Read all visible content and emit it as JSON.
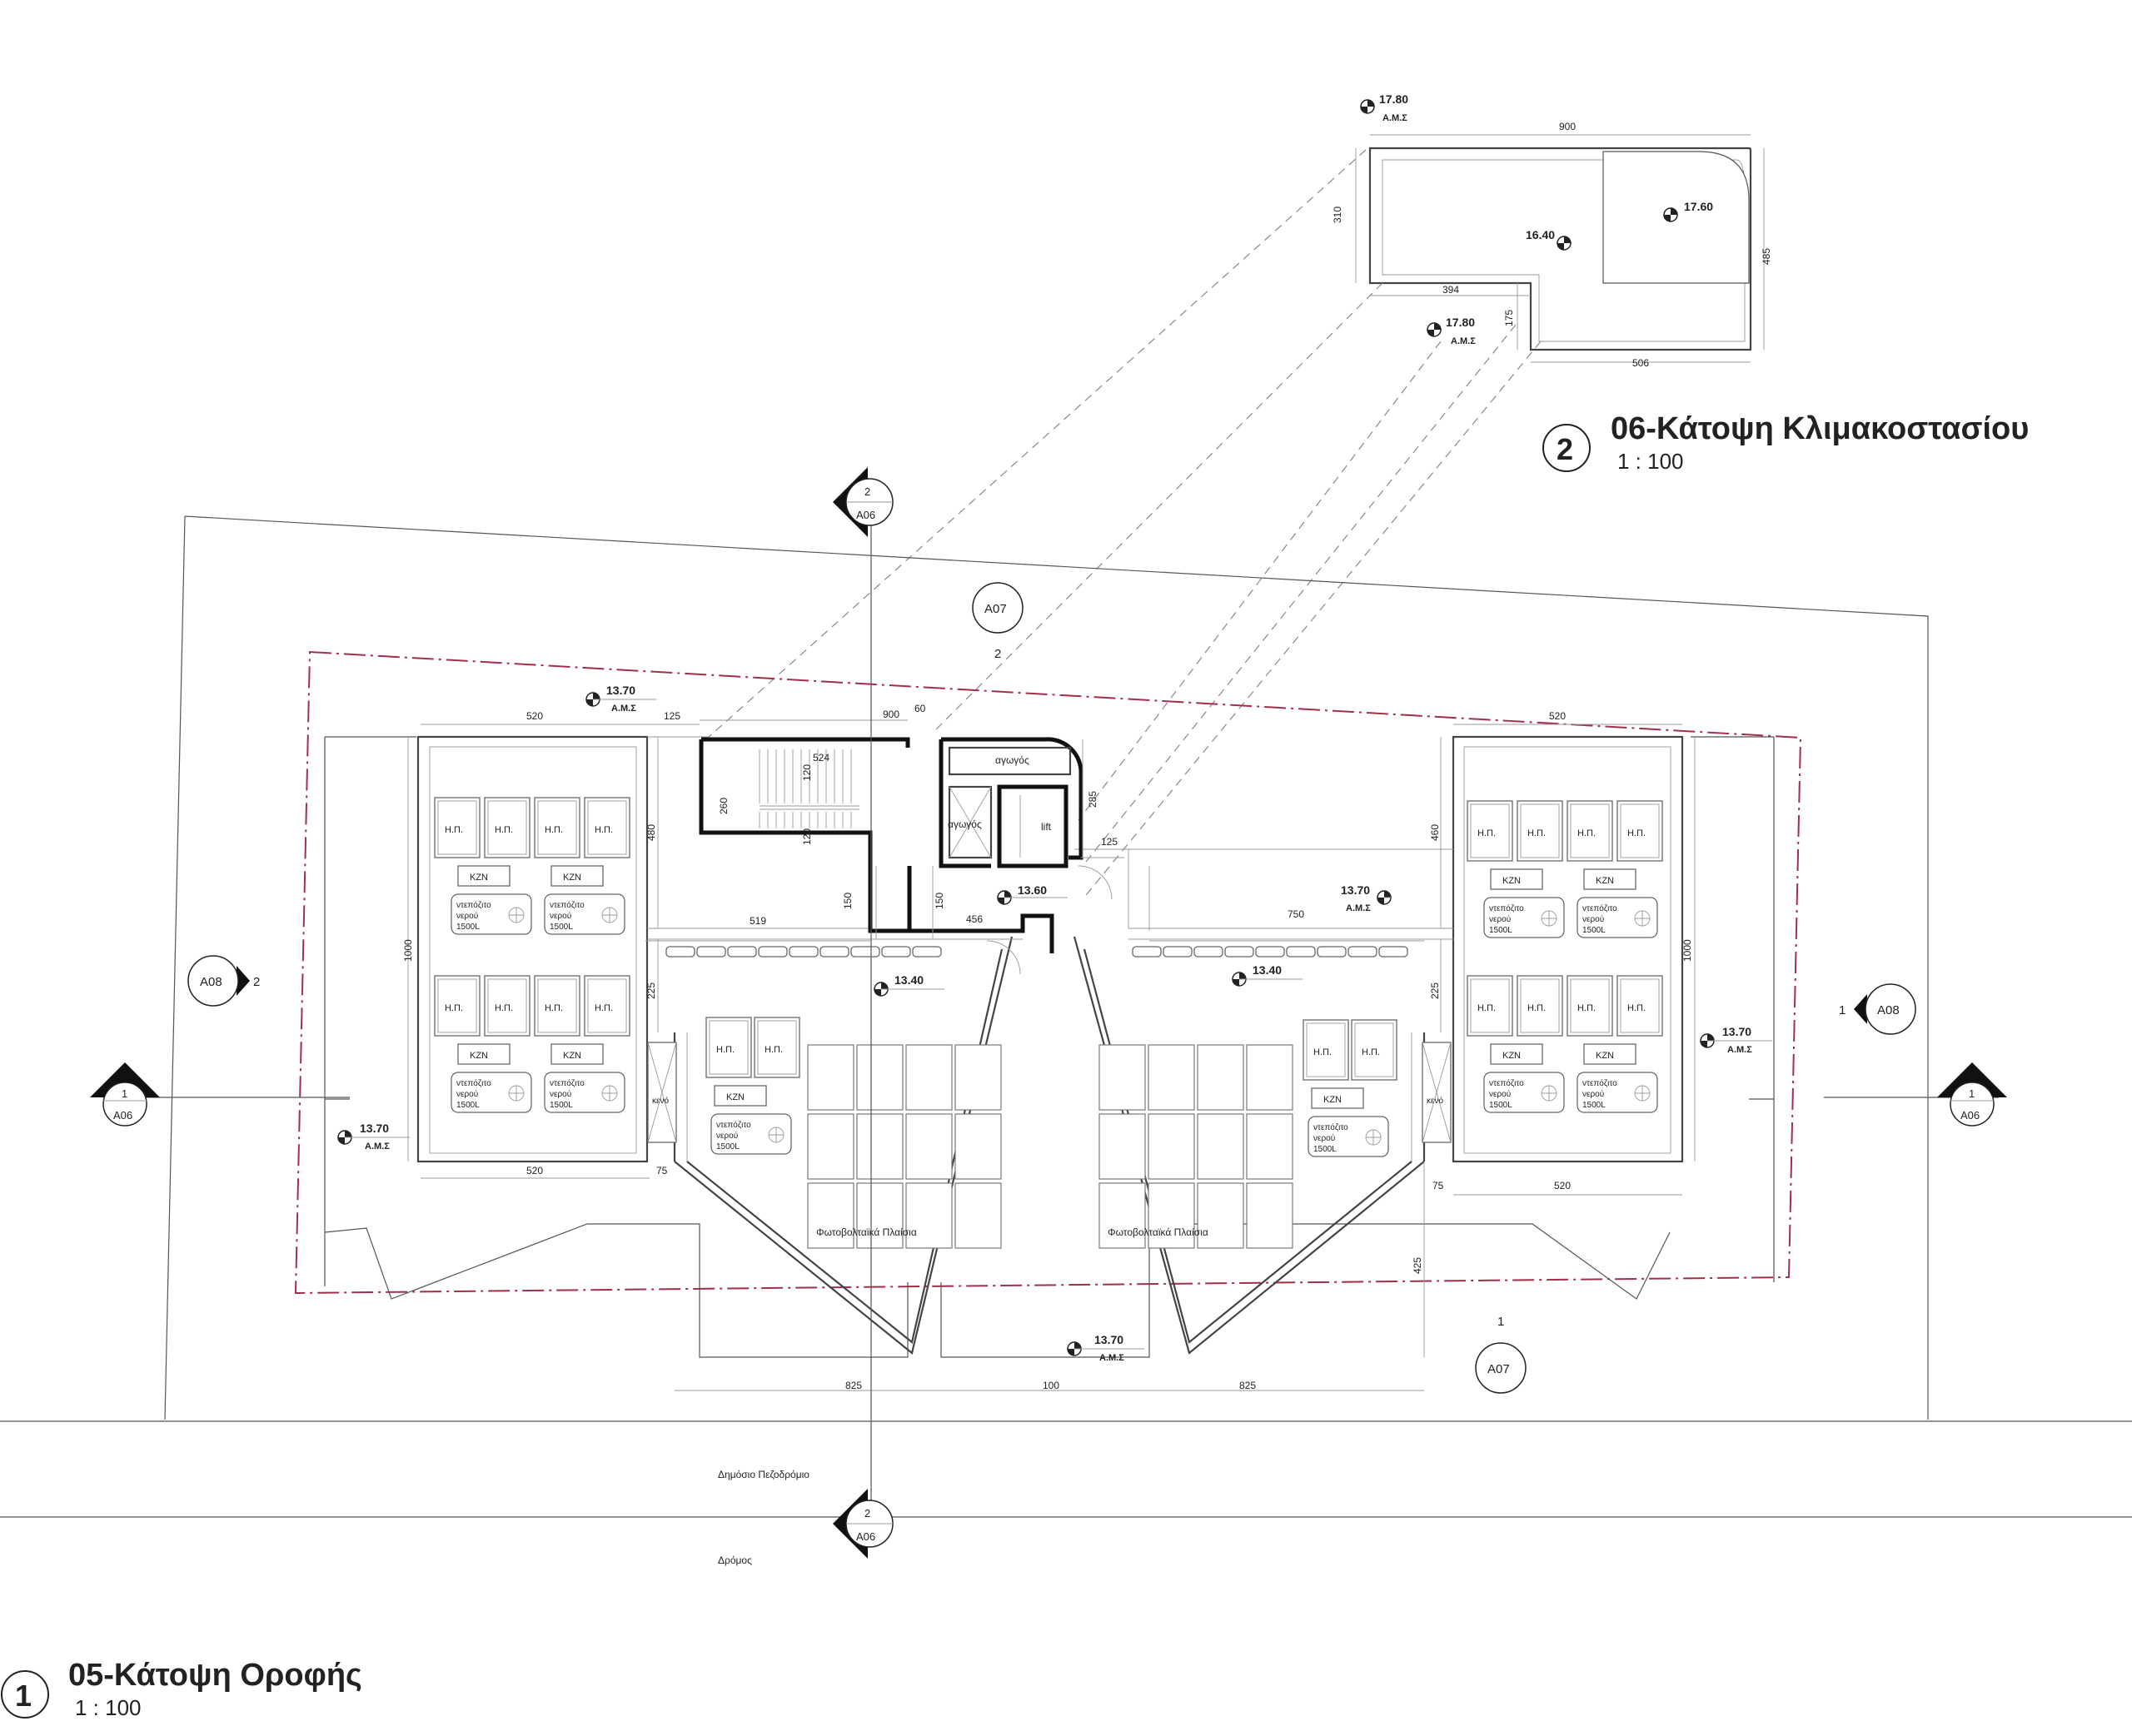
{
  "views": [
    {
      "number": "1",
      "title": "05-Κάτοψη Οροφής",
      "scale": "1 : 100"
    },
    {
      "number": "2",
      "title": "06-Κάτοψη Κλιμακοστασίου",
      "scale": "1 : 100"
    }
  ],
  "levels": {
    "stair_top": "17.80",
    "stair_mid": "17.80",
    "stair_floor": "16.40",
    "stair_roof": "17.60",
    "roof_main": "13.40",
    "stair_landing": "13.60",
    "parapet": "13.70",
    "ams": "Α.Μ.Σ"
  },
  "dimensions": {
    "stair_900": "900",
    "stair_310": "310",
    "stair_485": "485",
    "stair_394": "394",
    "stair_175": "175",
    "stair_506": "506",
    "d520": "520",
    "d125": "125",
    "d900": "900",
    "d60": "60",
    "d524": "524",
    "d120": "120",
    "d260": "260",
    "d285": "285",
    "d480": "480",
    "d460": "460",
    "d150": "150",
    "d519": "519",
    "d456": "456",
    "d750": "750",
    "d1000": "1000",
    "d225": "225",
    "d75": "75",
    "d425": "425",
    "d825": "825",
    "d100": "100"
  },
  "labels": {
    "hp": "Η.Π.",
    "kzn": "ΚΖΝ",
    "tank_l1": "ντεπόζιτο",
    "tank_l2": "νερού",
    "tank_l3": "1500L",
    "kenо": "κενό",
    "duct": "αγωγός",
    "lift": "lift",
    "pv": "Φωτοβολταϊκά Πλαίσια",
    "pedestrian": "Δημόσιο Πεζοδρόμιο",
    "road": "Δρόμος"
  },
  "sections": {
    "a06": "A06",
    "a07": "A07",
    "a08": "A08",
    "n1": "1",
    "n2": "2"
  }
}
